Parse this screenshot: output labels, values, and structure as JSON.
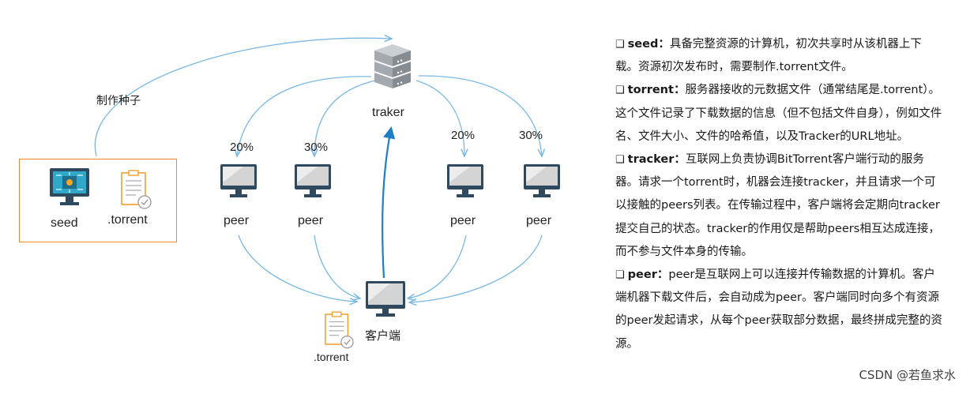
{
  "labels": {
    "make_seed": "制作种子",
    "traker": "traker",
    "seed": "seed",
    "torrent_in_box": ".torrent",
    "torrent_client": ".torrent",
    "client": "客户端",
    "peers": [
      {
        "label": "peer",
        "percent": "20%"
      },
      {
        "label": "peer",
        "percent": "30%"
      },
      {
        "label": "peer",
        "percent": "20%"
      },
      {
        "label": "peer",
        "percent": "30%"
      }
    ]
  },
  "descriptions": [
    {
      "term": "seed",
      "colon": "：",
      "text": "具备完整资源的计算机，初次共享时从该机器上下载。资源初次发布时，需要制作.torrent文件。"
    },
    {
      "term": "torrent",
      "colon": "：",
      "text": "服务器接收的元数据文件（通常结尾是.torrent）。这个文件记录了下载数据的信息（但不包括文件自身），例如文件名、文件大小、文件的哈希值，以及Tracker的URL地址。"
    },
    {
      "term": "tracker",
      "colon": "：",
      "text": "互联网上负责协调BitTorrent客户端行动的服务器。请求一个torrent时，机器会连接tracker，并且请求一个可以接触的peers列表。在传输过程中，客户端将会定期向tracker提交自己的状态。tracker的作用仅是帮助peers相互达成连接，而不参与文件本身的传输。"
    },
    {
      "term": "peer",
      "colon": "：",
      "text": "peer是互联网上可以连接并传输数据的计算机。客户端机器下载文件后，会自动成为peer。客户端同时向多个有资源的peer发起请求，从每个peer获取部分数据，最终拼成完整的资源。"
    }
  ],
  "watermark": "CSDN @若鱼求水",
  "colors": {
    "arrow_light": "#79b8e3",
    "arrow_dark": "#1f7fc4",
    "seed_border": "#f08a26",
    "monitor_frame": "#2f4a5e",
    "screen": "#d4d4d4",
    "server_gray": "#9aa2a8"
  },
  "icons": {
    "server": "server-stack-icon",
    "monitor": "monitor-icon",
    "document": "document-check-icon",
    "seed_screen": "circuit-monitor-icon"
  }
}
